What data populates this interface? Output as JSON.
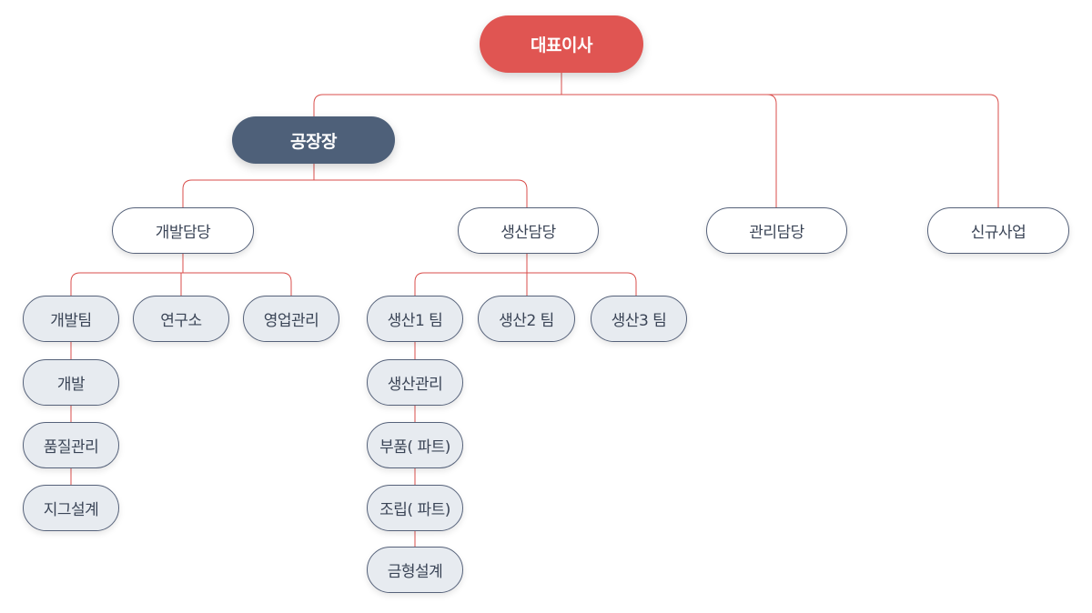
{
  "colors": {
    "line": "#d94e4b",
    "ceo": "#e05552",
    "director": "#4e6079",
    "team_fill": "#e7ebf0",
    "border": "#56627a"
  },
  "org": {
    "ceo": "대표이사",
    "director": "공장장",
    "departments": {
      "dev": "개발담당",
      "prod": "생산담당",
      "admin": "관리담당",
      "newbiz": "신규사업"
    },
    "dev_teams": {
      "dev_team": "개발팀",
      "research": "연구소",
      "sales_mgmt": "영업관리"
    },
    "dev_team_units": [
      "개발",
      "품질관리",
      "지그설계"
    ],
    "prod_teams": {
      "team1": "생산1 팀",
      "team2": "생산2 팀",
      "team3": "생산3 팀"
    },
    "prod_team1_units": [
      "생산관리",
      "부품( 파트)",
      "조립( 파트)",
      "금형설계"
    ]
  }
}
